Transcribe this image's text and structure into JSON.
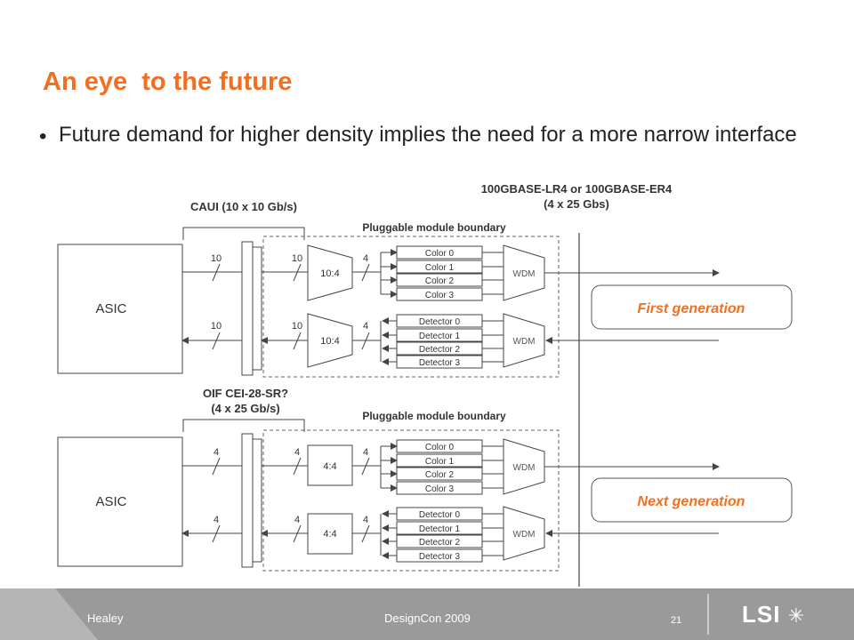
{
  "slide": {
    "title": "An eye  to the future",
    "bullet": "Future demand for higher density implies the need for a more narrow interface"
  },
  "diagram": {
    "top_interface_label": "CAUI (10 x 10 Gb/s)",
    "standard_label_line1": "100GBASE-LR4 or 100GBASE-ER4",
    "standard_label_line2": "(4 x 25 Gbs)",
    "bottom_interface_line1": "OIF CEI-28-SR?",
    "bottom_interface_line2": "(4 x 25 Gb/s)",
    "module_boundary_label": "Pluggable module boundary",
    "asic_label": "ASIC",
    "wdm_label": "WDM",
    "first_gen": "First generation",
    "next_gen": "Next generation",
    "top": {
      "lane_asic": "10",
      "lane_mid": "10",
      "lane_out": "4",
      "gearbox": "10:4"
    },
    "bottom": {
      "lane_asic": "4",
      "lane_mid": "4",
      "lane_out": "4",
      "gearbox": "4:4"
    },
    "colors": [
      "Color 0",
      "Color 1",
      "Color 2",
      "Color 3"
    ],
    "detectors": [
      "Detector 0",
      "Detector 1",
      "Detector 2",
      "Detector 3"
    ]
  },
  "footer": {
    "author": "Healey",
    "event": "DesignCon 2009",
    "page": "21",
    "logo": "LSI"
  },
  "theme": {
    "accent": "#f26f21",
    "footer_bg": "#9a9a9a",
    "line": "#444444"
  }
}
